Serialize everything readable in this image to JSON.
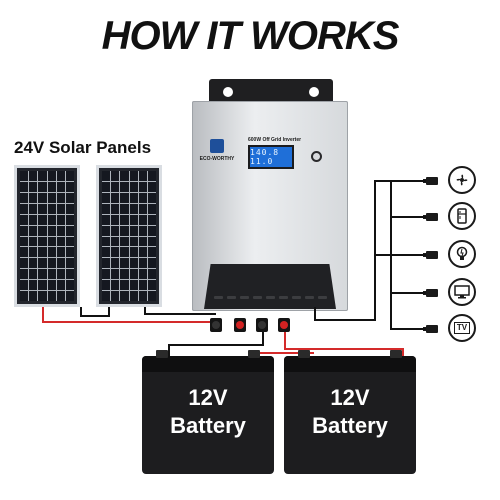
{
  "heading": "HOW IT WORKS",
  "panels": {
    "label": "24V Solar Panels"
  },
  "inverter": {
    "brand": "ECO-WORTHY",
    "model": "600W Off Grid Inverter",
    "display": "140.8 11.0"
  },
  "batteries": [
    {
      "voltage": "12V",
      "word": "Battery"
    },
    {
      "voltage": "12V",
      "word": "Battery"
    }
  ],
  "loads": [
    {
      "icon": "fan-icon"
    },
    {
      "icon": "refrigerator-icon"
    },
    {
      "icon": "light-bulb-icon"
    },
    {
      "icon": "monitor-icon"
    },
    {
      "icon": "tv-icon",
      "text": "TV"
    }
  ],
  "colors": {
    "wire_red": "#d42a2a",
    "wire_black": "#111111",
    "lcd": "#1f6fd8",
    "brand_blue": "#1e4f9a"
  }
}
